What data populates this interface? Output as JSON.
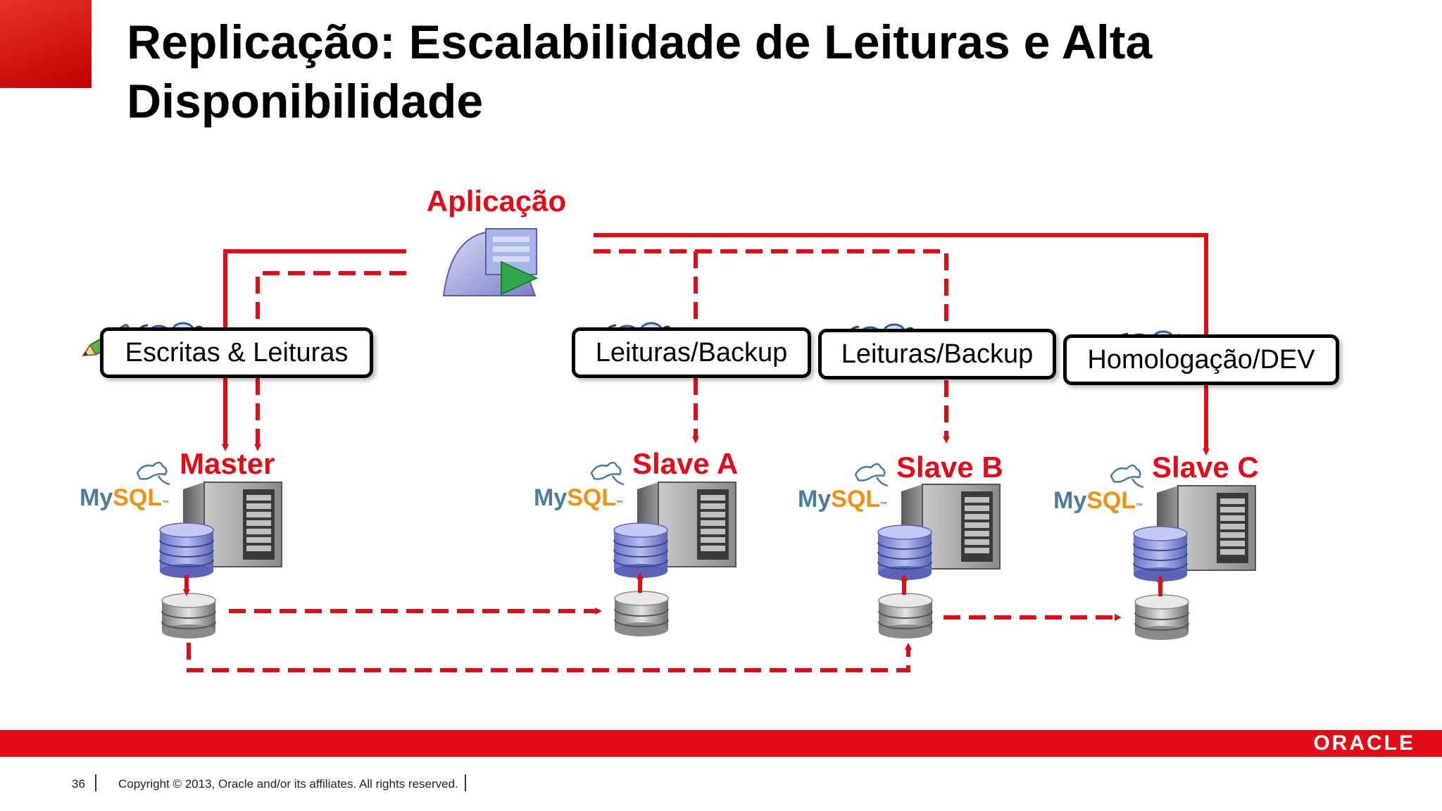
{
  "slide": {
    "title": "Replicação: Escalabilidade de Leituras e Alta Disponibilidade",
    "application_label": "Aplicação",
    "roles": {
      "master": "Escritas & Leituras",
      "slave_a": "Leituras/Backup",
      "slave_b": "Leituras/Backup",
      "slave_c": "Homologação/DEV"
    },
    "nodes": {
      "master": "Master",
      "slave_a": "Slave A",
      "slave_b": "Slave B",
      "slave_c": "Slave C"
    },
    "mysql_logo": {
      "my": "My",
      "sql": "SQL",
      "tm": "™"
    },
    "colors": {
      "accent": "#e30b17",
      "mysql_blue": "#4a7c9c",
      "mysql_orange": "#f29111"
    }
  },
  "footer": {
    "page_number": "36",
    "copyright": "Copyright © 2013, Oracle and/or its affiliates. All rights reserved.",
    "brand": "ORACLE"
  }
}
